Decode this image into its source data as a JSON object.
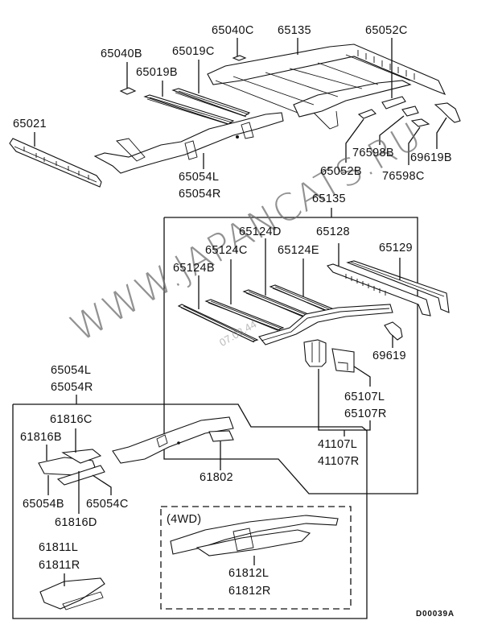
{
  "diagram": {
    "code": "D00039A",
    "watermark": "WWW.JAPANCATS.RU",
    "watermark_small": "07.03.44",
    "group_4wd_label": "(4WD)",
    "labels": {
      "p65040C": "65040C",
      "p65135_top": "65135",
      "p65052C": "65052C",
      "p65040B": "65040B",
      "p65019C": "65019C",
      "p65019B": "65019B",
      "p65021": "65021",
      "p65054L_top": "65054L",
      "p65054R_top": "65054R",
      "p76598B": "76598B",
      "p69619B": "69619B",
      "p65052B": "65052B",
      "p76598C": "76598C",
      "p65135_box": "65135",
      "p65124D": "65124D",
      "p65128": "65128",
      "p65124C": "65124C",
      "p65124E": "65124E",
      "p65129": "65129",
      "p65124B": "65124B",
      "p69619": "69619",
      "p65107L": "65107L",
      "p65107R": "65107R",
      "p41107L": "41107L",
      "p41107R": "41107R",
      "p65054L_box": "65054L",
      "p65054R_box": "65054R",
      "p61816C": "61816C",
      "p61816B": "61816B",
      "p61802": "61802",
      "p65054B": "65054B",
      "p65054C": "65054C",
      "p61816D": "61816D",
      "p61811L": "61811L",
      "p61811R": "61811R",
      "p61812L": "61812L",
      "p61812R": "61812R"
    }
  }
}
